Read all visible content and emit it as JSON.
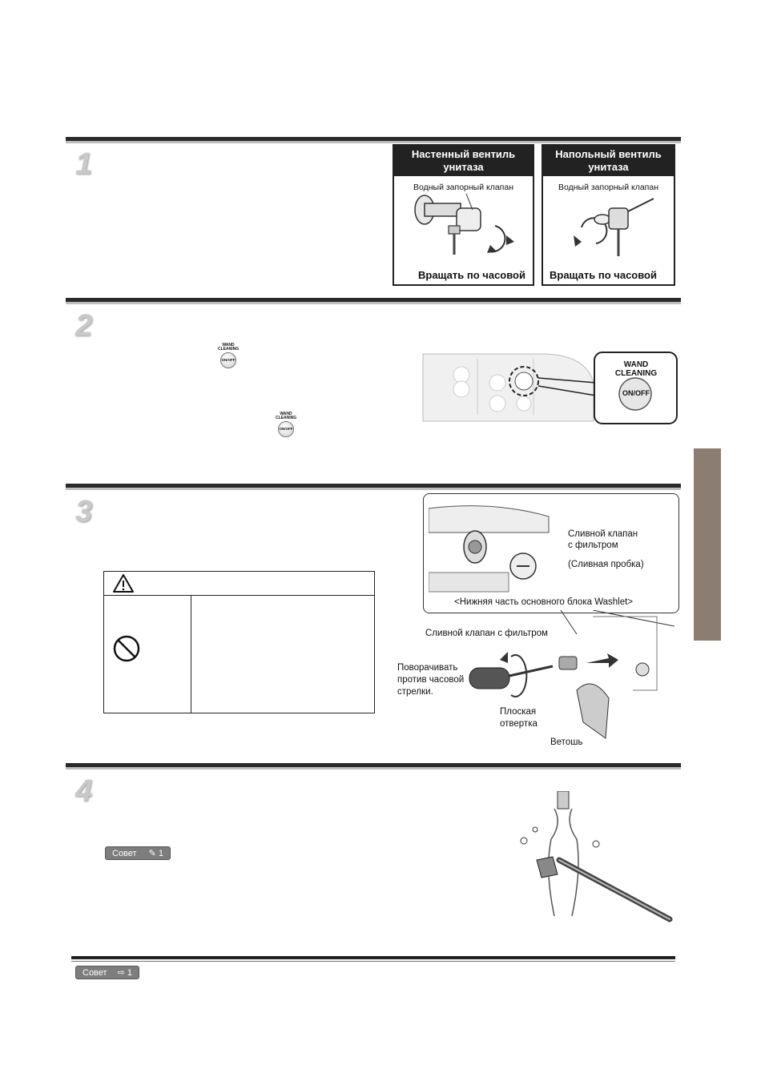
{
  "steps": [
    {
      "number": "1"
    },
    {
      "number": "2"
    },
    {
      "number": "3"
    },
    {
      "number": "4"
    }
  ],
  "valves": {
    "wall": {
      "title": "Настенный вентиль унитаза",
      "label": "Водный запорный клапан",
      "footer": "Вращать по часовой"
    },
    "floor": {
      "title": "Напольный вентиль унитаза",
      "label": "Водный запорный клапан",
      "footer": "Вращать по часовой"
    }
  },
  "step2": {
    "button_top": "WAND",
    "button_mid": "CLEANING",
    "button_label": "ON/OFF",
    "callout_top": "WAND",
    "callout_mid": "CLEANING",
    "callout_button": "ON/OFF"
  },
  "step3": {
    "drain_valve_filter_1": "Сливной клапан",
    "drain_valve_filter_2": "с фильтром",
    "drain_plug": "(Сливная пробка)",
    "bottom_caption": "<Нижняя часть основного блока Washlet>",
    "filter_valve_label": "Сливной клапан с фильтром",
    "turn_1": "Поворачивать",
    "turn_2": "против часовой",
    "turn_3": "стрелки.",
    "screwdriver_1": "Плоская",
    "screwdriver_2": "отвертка",
    "rag": "Ветошь"
  },
  "tips": {
    "step4_tip": "Совет",
    "step4_tip_num": "1",
    "footer_tip": "Совет",
    "footer_tip_num": "1"
  }
}
